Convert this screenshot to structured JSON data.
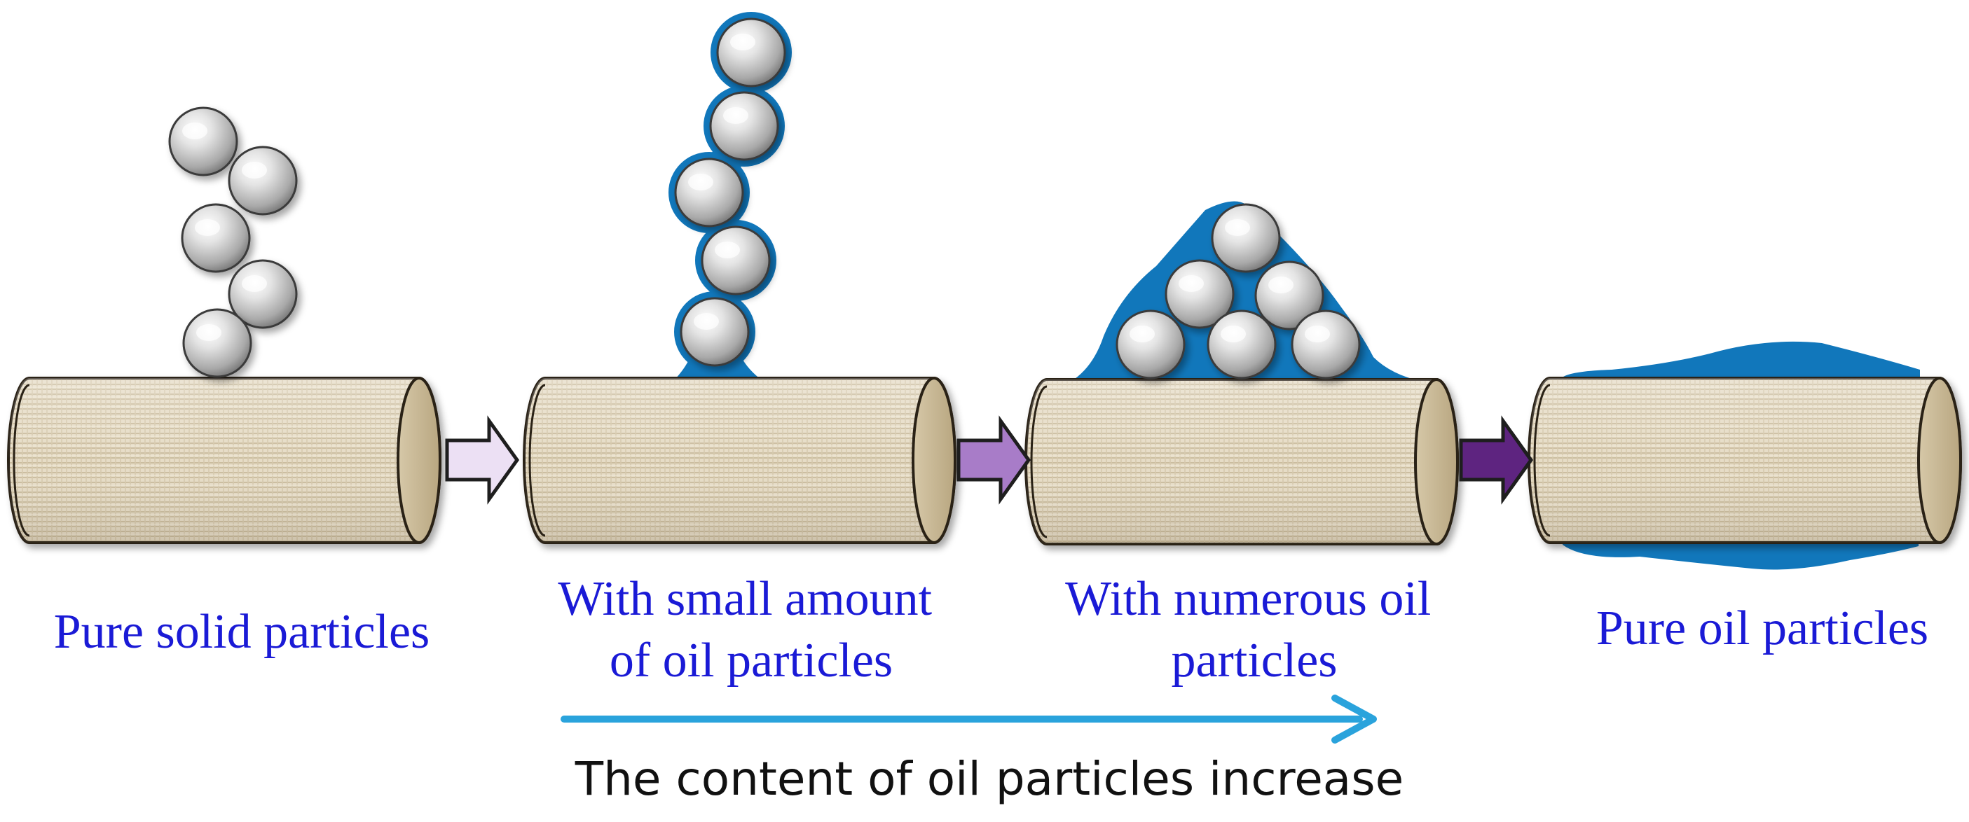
{
  "colors": {
    "label_text": "#1a1ad6",
    "caption_text": "#111111",
    "oil": "#1177bb",
    "progress_arrow": "#2aa3dc",
    "step_arrow_1": "#ece0f4",
    "step_arrow_2": "#a87cc8",
    "step_arrow_3": "#5e2480",
    "fiber_fill": "#e4d9c3",
    "particle": "#d2d2d2"
  },
  "stages": [
    {
      "id": "pure-solid",
      "label_lines": [
        "Pure solid particles"
      ]
    },
    {
      "id": "small-oil",
      "label_lines": [
        "With small amount",
        "of oil particles"
      ]
    },
    {
      "id": "numerous-oil",
      "label_lines": [
        "With numerous  oil",
        "particles"
      ]
    },
    {
      "id": "pure-oil",
      "label_lines": [
        "Pure oil particles"
      ]
    }
  ],
  "caption": "The content of oil particles increase",
  "icons": {
    "fiber": "cylinder-fiber-icon",
    "particle": "sphere-particle-icon",
    "step_arrow": "block-arrow-right-icon",
    "progress_arrow": "long-arrow-right-icon"
  }
}
